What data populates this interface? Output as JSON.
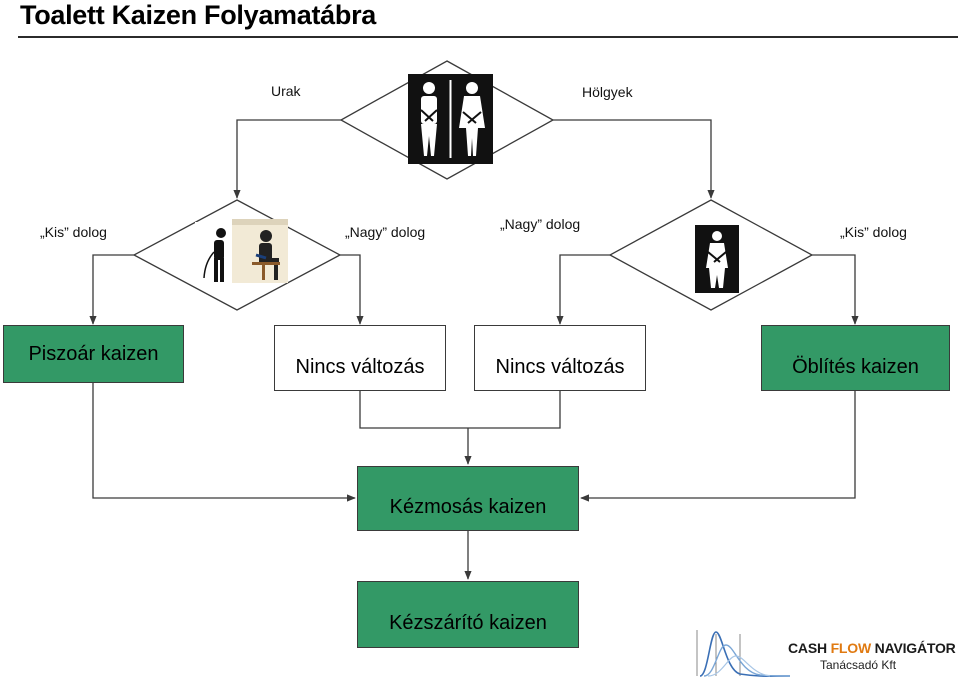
{
  "title": "Toalett Kaizen Folyamatábra",
  "top_decision": {
    "left_label": "Urak",
    "right_label": "Hölgyek",
    "icon": "restroom-men-women-icon"
  },
  "left_decision": {
    "left_label": "„Kis” dolog",
    "right_label": "„Nagy” dolog",
    "icon": "man-urinating-and-sitting-icon"
  },
  "right_decision": {
    "left_label": "„Nagy” dolog",
    "right_label": "„Kis” dolog",
    "icon": "woman-restroom-icon"
  },
  "boxes": {
    "piszoar": "Piszoár kaizen",
    "nincs1": "Nincs változás",
    "nincs2": "Nincs változás",
    "oblites": "Öblítés kaizen",
    "kezmosas": "Kézmosás kaizen",
    "kezszarito": "Kézszárító kaizen"
  },
  "logo": {
    "brand_a": "CASH ",
    "brand_b": "FLOW",
    "brand_c": " NAVIGÁTOR",
    "subtitle": "Tanácsadó Kft"
  },
  "colors": {
    "green_box": "#339966",
    "line": "#3a3a3a",
    "logo_accent": "#e07a12"
  }
}
